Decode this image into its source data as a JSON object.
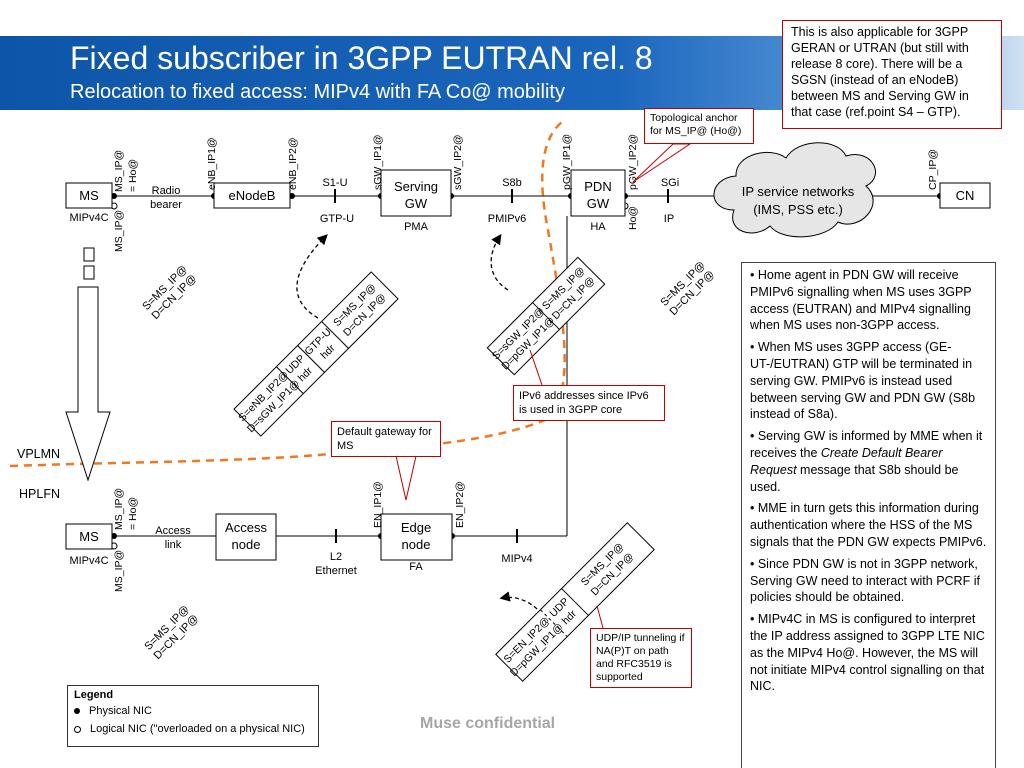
{
  "title": "Fixed subscriber in 3GPP EUTRAN rel. 8",
  "subtitle": "Relocation to fixed access: MIPv4 with FA Co@ mobility",
  "top_note": "This is also applicable for 3GPP GERAN or UTRAN (but still with release 8 core). There will be a SGSN (instead of an eNodeB) between MS and Serving GW in that case (ref.point S4 – GTP).",
  "callouts": {
    "anchor": "Topological anchor for MS_IP@ (Ho@)",
    "ipv6": "IPv6 addresses since IPv6 is used in 3GPP core",
    "default_gw": "Default gateway for MS",
    "udp": "UDP/IP tunneling if NA(P)T on path and RFC3519 is supported"
  },
  "nodes": {
    "ms_top": "MS",
    "enodeb": "eNodeB",
    "serving_gw_1": "Serving",
    "serving_gw_2": "GW",
    "pdn_gw_1": "PDN",
    "pdn_gw_2": "GW",
    "cn": "CN",
    "cloud_1": "IP service networks",
    "cloud_2": "(IMS, PSS etc.)",
    "ms_bottom": "MS",
    "access_1": "Access",
    "access_2": "node",
    "edge_1": "Edge",
    "edge_2": "node"
  },
  "labels": {
    "mipv4c_top": "MIPv4C",
    "mipv4c_bottom": "MIPv4C",
    "radio_1": "Radio",
    "radio_2": "bearer",
    "s1u": "S1-U",
    "gtpu": "GTP-U",
    "s8b": "S8b",
    "pmipv6": "PMIPv6",
    "pma": "PMA",
    "ha": "HA",
    "sgi": "SGi",
    "ip": "IP",
    "access_link_1": "Access",
    "access_link_2": "link",
    "l2": "L2",
    "ethernet": "Ethernet",
    "fa": "FA",
    "mipv4": "MIPv4",
    "vplmn": "VPLMN",
    "hplfn": "HPLFN"
  },
  "addresses": {
    "ms_ip_ho_1": "MS_IP@",
    "ms_ip_ho_2": "= Ho@",
    "ms_ip_left_top": "MS_IP@",
    "enb_ip1": "eNB_IP1@",
    "enb_ip2": "eNB_IP2@",
    "sgw_ip1": "sGW_IP1@",
    "sgw_ip2": "sGW_IP2@",
    "pgw_ip1": "pGW_IP1@",
    "pgw_ip2": "pGW_IP2@",
    "ho": "Ho@",
    "cp_ip": "CP_IP@",
    "ms_ip_ho_b1": "MS_IP@",
    "ms_ip_ho_b2": "= Ho@",
    "ms_ip_left_bottom": "MS_IP@",
    "en_ip1": "EN_IP1@",
    "en_ip2": "EN_IP2@"
  },
  "packets": {
    "p1_1": "S=MS_IP@",
    "p1_2": "D=CN_IP@",
    "gtp_outer_1": "S=eNB_IP2@",
    "gtp_outer_2": "D=sGW_IP1@",
    "udp_1": "UDP",
    "udp_2": "hdr",
    "gtpu_1": "GTP-U",
    "gtpu_2": "hdr",
    "gtp_inner_1": "S=MS_IP@",
    "gtp_inner_2": "D=CN_IP@",
    "pmip_outer_1": "S=sGW_IP2@",
    "pmip_outer_2": "D=pGW_IP1@",
    "pmip_inner_1": "S=MS_IP@",
    "pmip_inner_2": "D=CN_IP@",
    "right_1": "S=MS_IP@",
    "right_2": "D=CN_IP@",
    "bl_1": "S=MS_IP@",
    "bl_2": "D=CN_IP@",
    "mip_outer_1": "S=EN_IP2@",
    "mip_outer_2": "D=pGW_IP1@",
    "mip_udp_1": "UDP",
    "mip_udp_2": "hdr",
    "mip_inner_1": "S=MS_IP@",
    "mip_inner_2": "D=CN_IP@"
  },
  "right_box": {
    "b1": "• Home agent in PDN GW will receive PMIPv6 signalling when MS uses 3GPP access (EUTRAN) and MIPv4 signalling when MS uses non-3GPP access.",
    "b2": "• When MS uses 3GPP access (GE-UT-/EUTRAN) GTP will be terminated in serving GW. PMIPv6 is instead used between serving GW and PDN GW (S8b instead of S8a).",
    "b3_pre": "• Serving GW is informed by MME when it receives the ",
    "b3_em": "Create Default Bearer Request",
    "b3_post": " message that S8b should be used.",
    "b4": "• MME in turn gets this information during authentication where the HSS of the MS signals that the PDN GW expects PMIPv6.",
    "b5": "• Since PDN GW is not in 3GPP network, Serving GW need to interact with PCRF if policies should be obtained.",
    "b6": "• MIPv4C in MS is configured to interpret  the IP address assigned to 3GPP LTE NIC as the MIPv4 Ho@. However, the MS will not initiate MIPv4 control signalling on that NIC."
  },
  "legend": {
    "title": "Legend",
    "physical": "Physical NIC",
    "logical": "Logical NIC (\"overloaded on a physical NIC)"
  },
  "footer": "Muse confidential",
  "colors": {
    "banner": "#1b66bd",
    "boundary": "#f07820",
    "callout_border": "#c00000"
  }
}
